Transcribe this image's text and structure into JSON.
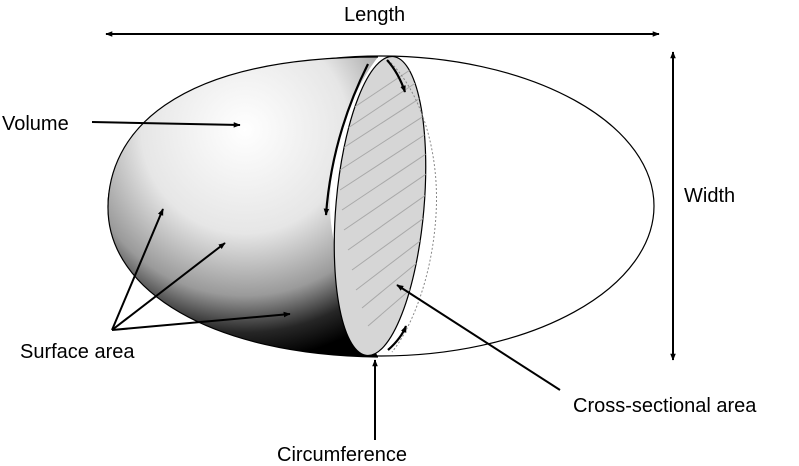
{
  "labels": {
    "length": "Length",
    "width": "Width",
    "volume": "Volume",
    "surface_area": "Surface area",
    "circumference": "Circumference",
    "cross_sectional_area": "Cross-sectional area"
  },
  "colors": {
    "stroke": "#000000",
    "background": "#ffffff",
    "cross_section_fill": "#d6d6d6",
    "hatch": "#a9a9a9"
  }
}
